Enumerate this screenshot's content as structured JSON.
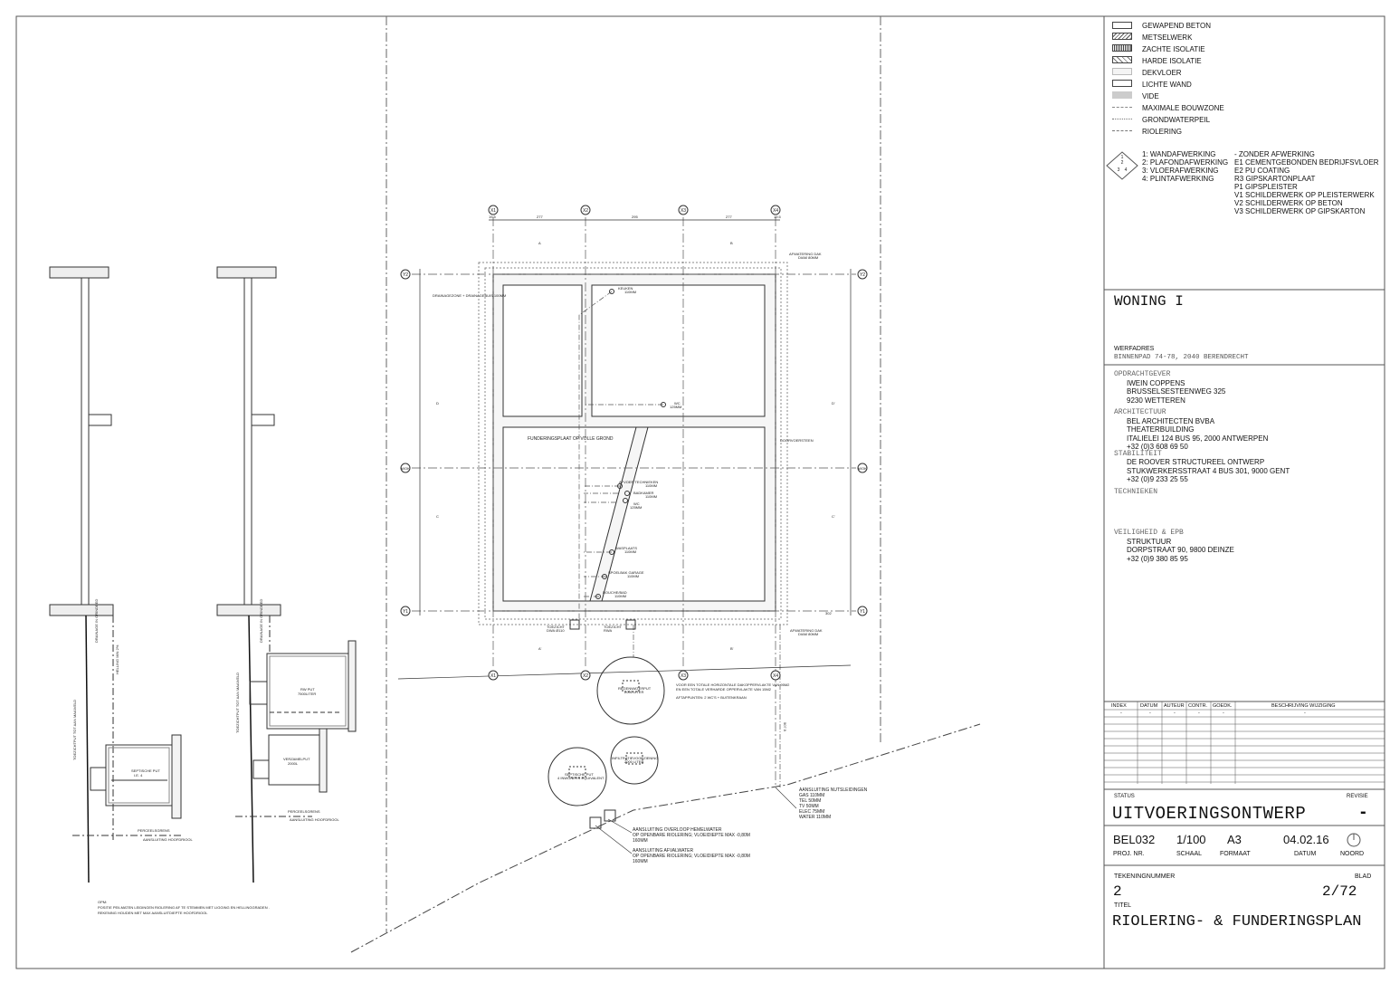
{
  "legend": {
    "materials": [
      "GEWAPEND BETON",
      "METSELWERK",
      "ZACHTE ISOLATIE",
      "HARDE ISOLATIE",
      "DEKVLOER",
      "LICHTE WAND",
      "VIDE",
      "MAXIMALE BOUWZONE",
      "GRONDWATERPEIL",
      "RIOLERING"
    ],
    "finish_codes": [
      "1: WANDAFWERKING",
      "2: PLAFONDAFWERKING",
      "3: VLOERAFWERKING",
      "4: PLINTAFWERKING"
    ],
    "finish_types": [
      "-   ZONDER AFWERKING",
      "E1 CEMENTGEBONDEN BEDRIJFSVLOER",
      "E2 PU COATING",
      "R3 GIPSKARTONPLAAT",
      "P1 GIPSPLEISTER",
      "V1 SCHILDERWERK OP PLEISTERWERK",
      "V2 SCHILDERWERK OP BETON",
      "V3 SCHILDERWERK OP GIPSKARTON"
    ],
    "diamond": [
      "1",
      "2",
      "3",
      "4"
    ]
  },
  "project": {
    "name": "WONING I",
    "werfadres_label": "WERFADRES",
    "werfadres": "BINNENPAD 74-78, 2040 BERENDRECHT",
    "opdrachtgever_label": "OPDRACHTGEVER",
    "opdrachtgever": [
      "IWEIN COPPENS",
      "BRUSSELSESTEENWEG 325",
      "9230 WETTEREN"
    ],
    "architectuur_label": "ARCHITECTUUR",
    "architectuur": [
      "BEL ARCHITECTEN BVBA",
      "THEATERBUILDING",
      "ITALIELEI 124 BUS 95, 2000 ANTWERPEN",
      "+32 (0)3 608 69 50"
    ],
    "stabiliteit_label": "STABILITEIT",
    "stabiliteit": [
      "DE ROOVER STRUCTUREEL ONTWERP",
      "STUKWERKERSSTRAAT 4 BUS 301, 9000 GENT",
      "+32 (0)9 233 25 55"
    ],
    "technieken_label": "TECHNIEKEN",
    "veiligheid_label": "VEILIGHEID & EPB",
    "veiligheid": [
      "STRUKTUUR",
      "DORPSTRAAT 90, 9800 DEINZE",
      "+32 (0)9 380 85 95"
    ]
  },
  "revisions": {
    "headers": [
      "INDEX",
      "DATUM",
      "AUTEUR",
      "CONTR.",
      "GOEDK.",
      "BESCHRIJVING WIJZIGING"
    ],
    "row": [
      "-",
      "-",
      "-",
      "-",
      "-",
      "-"
    ]
  },
  "titleblock": {
    "status_label": "STATUS",
    "revisie_label": "REVISIE",
    "status": "UITVOERINGSONTWERP",
    "revisie": "-",
    "proj_nr": "BEL032",
    "proj_nr_label": "PROJ. NR.",
    "schaal": "1/100",
    "schaal_label": "SCHAAL",
    "formaat": "A3",
    "formaat_label": "FORMAAT",
    "datum": "04.02.16",
    "datum_label": "DATUM",
    "noord_label": "NOORD",
    "tekeningnummer_label": "TEKENINGNUMMER",
    "tekeningnummer": "2",
    "blad_label": "BLAD",
    "blad": "2/72",
    "titel_label": "TITEL",
    "titel": "RIOLERING- & FUNDERINGSPLAN"
  },
  "plan": {
    "grid_x": [
      "X1",
      "X2",
      "X3",
      "X4"
    ],
    "grid_y": [
      "Y2",
      "WOK",
      "Y1"
    ],
    "dims_top": [
      "19.5",
      "277",
      "295",
      "277",
      "19.5"
    ],
    "dim_right": "302",
    "sections": [
      "A",
      "B",
      "C",
      "C'",
      "D",
      "D'",
      "A'",
      "B'"
    ],
    "foundation": "FUNDERINGSPLAAT OP VOLLE GROND",
    "drainage": "DRAINAGEZONE + DRAINAGEBUIS 100MM",
    "points": [
      {
        "name": "KEUKEN",
        "size": "110MM"
      },
      {
        "name": "WC",
        "size": "125MM"
      },
      {
        "name": "AFVOER TECHNIEKEN",
        "size": "110MM"
      },
      {
        "name": "BADKAMER",
        "size": "110MM"
      },
      {
        "name": "WC",
        "size": "125MM"
      },
      {
        "name": "WASPLAATS",
        "size": "110MM"
      },
      {
        "name": "SPOELBAK GARAGE",
        "size": "110MM"
      },
      {
        "name": "DOUCHE/BAD",
        "size": "110MM"
      }
    ],
    "vloerdoorvoer": "DOORVOERSTEEN",
    "afvoer_dak_top": [
      "AFWATERING DAK",
      "DIAM 80MM"
    ],
    "afvoer_dak_bottom": [
      "AFWATERING DAK",
      "DIAM 80MM"
    ],
    "toezicht_dwa": [
      "TOEZICHT",
      "DWA Ø110"
    ],
    "toezicht_rwa": [
      "TOEZICHT",
      "RWA"
    ],
    "regenwaterput": [
      "REGENWATERPUT",
      "2000 LITER"
    ],
    "infiltratie": [
      "INFILTRATIEVOORZIENING",
      "2000 LITER"
    ],
    "septische": [
      "SEPTISCHE PUT",
      "4 INWONERS EQUIVALENT"
    ],
    "note_area": [
      "VOOR EEN TOTALE HORIZONTALE DAKOPPERVLAKTE VAN 95M2",
      "EN EEN TOTALE VERHARDE OPPERVLAKTE VAN 15M2"
    ],
    "note_aftap": "AFTAPPUNTEN: 2 WC'S + BUITENKRAAN",
    "nuts": [
      "AANSLUITING NUTSLEIDINGEN",
      "GAS 110MM",
      "TEL 50MM",
      "TV 50MM",
      "ELEC 75MM",
      "WATER 110MM"
    ],
    "overloop": [
      "AANSLUITING OVERLOOP HEMELWATER",
      "OP OPENBARE RIOLERING; VLOEIDIEPTE MAX -0,80M",
      "160MM"
    ],
    "afvalwater": [
      "AANSLUITING AFVALWATER",
      "OP OPENBARE RIOLERING; VLOEIDIEPTE MAX -0,80M",
      "160MM"
    ],
    "dim_507": "507.9"
  },
  "details": {
    "septisch": [
      "SEPTISCHE PUT",
      "I.E. 4"
    ],
    "rwput": [
      "RW PUT",
      "7500LITER"
    ],
    "verzamelput": [
      "VERZAMELPUT",
      "2000L"
    ],
    "perceelsgrens": "PERCEELSGRENS",
    "hoofdriool": "AANSLUITING HOOFDRIOOL",
    "toezicht": "TOEZICHTPUT TOT AAN MAAIVELD",
    "drainage": "DRAINAGE IN GRINDBED",
    "helling": "HELLING MIN 2%",
    "opm_label": "OPM:",
    "opm": [
      "POSITIE PEILMATEN LEIDINGEN RIOLERING AF TE STEMMEN MET LIGGING EN HELLINGGRADEN .",
      "REKENING HOUDEN MET MAX AANSLUITDIEPTE  HOOFDRIOOL"
    ]
  }
}
